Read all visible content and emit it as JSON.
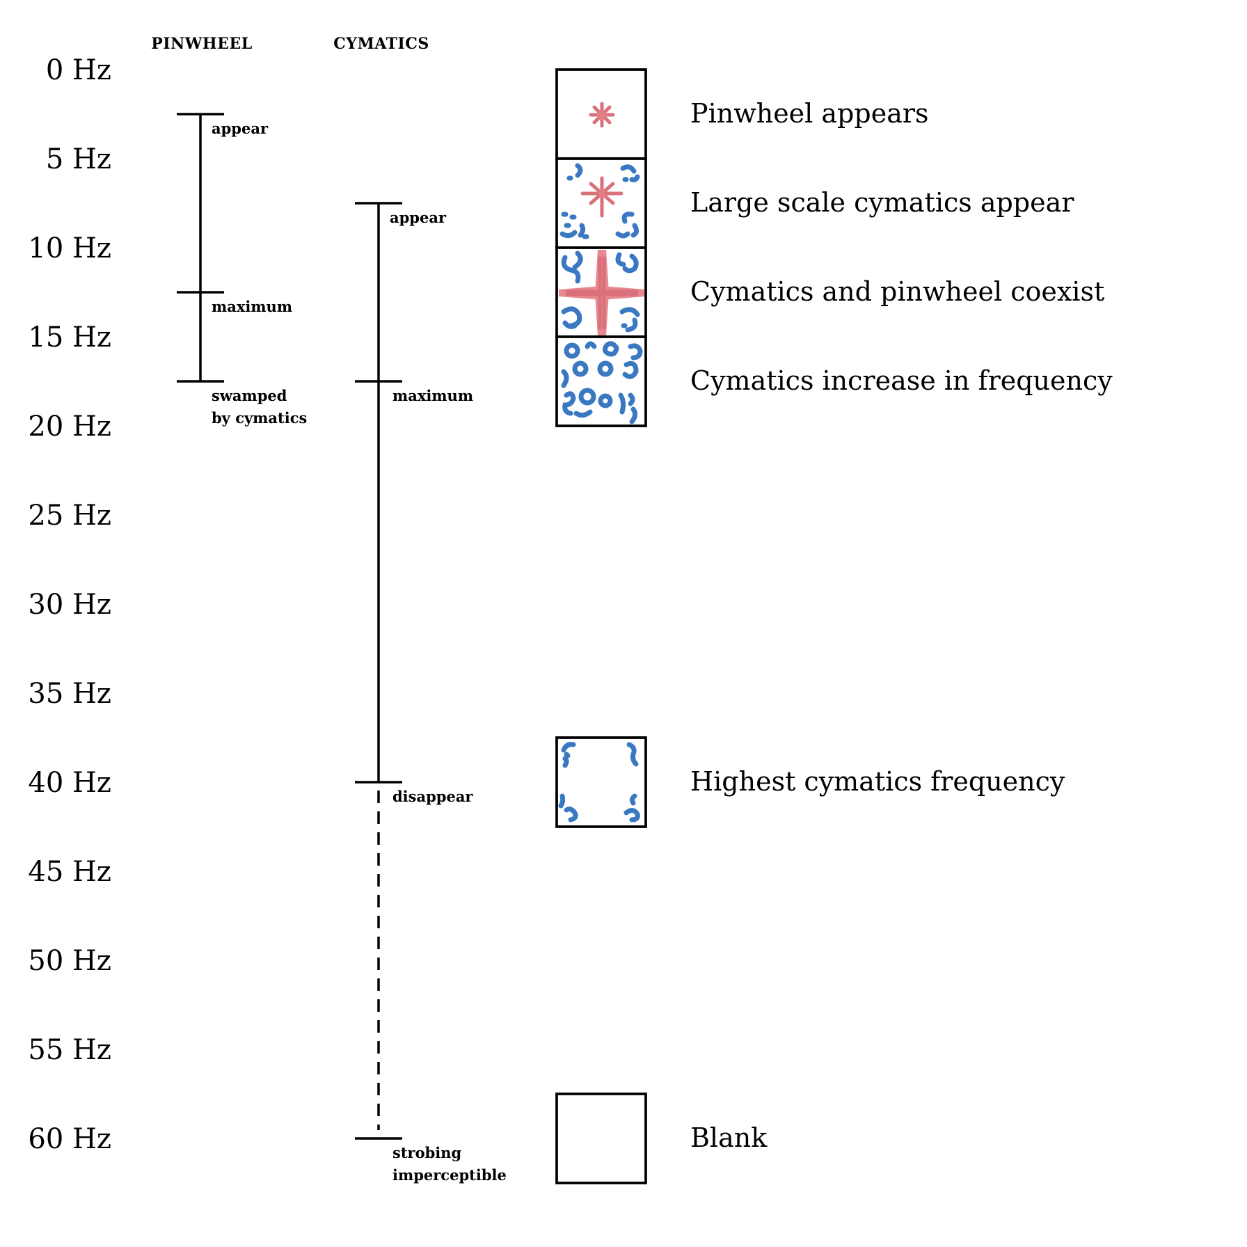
{
  "frequency_axis": {
    "labels": [
      "0 Hz",
      "5 Hz",
      "10 Hz",
      "15 Hz",
      "20 Hz",
      "25 Hz",
      "30 Hz",
      "35 Hz",
      "40 Hz",
      "45 Hz",
      "50 Hz",
      "55 Hz",
      "60 Hz"
    ]
  },
  "pinwheel": {
    "title": "PINWHEEL",
    "events": [
      {
        "hz": 2.5,
        "label": "appear"
      },
      {
        "hz": 12.5,
        "label": "maximum"
      },
      {
        "hz": 17.5,
        "label": "swamped\nby cymatics"
      }
    ]
  },
  "cymatics": {
    "title": "CYMATICS",
    "solid_range_hz": [
      7.5,
      40
    ],
    "dashed_range_hz": [
      40,
      60
    ],
    "events": [
      {
        "hz": 7.5,
        "label": "appear"
      },
      {
        "hz": 17.5,
        "label": "maximum"
      },
      {
        "hz": 40,
        "label": "disappear"
      },
      {
        "hz": 60,
        "label": "strobing\nimperceptible"
      }
    ]
  },
  "stages": [
    {
      "hz": 2.5,
      "icon": "pinwheel-small-icon",
      "description": "Pinwheel appears"
    },
    {
      "hz": 7.5,
      "icon": "large-cymatics-icon",
      "description": "Large scale cymatics appear"
    },
    {
      "hz": 12.5,
      "icon": "coexist-icon",
      "description": "Cymatics and pinwheel coexist"
    },
    {
      "hz": 17.5,
      "icon": "dense-cymatics-icon",
      "description": "Cymatics increase in frequency"
    },
    {
      "hz": 40,
      "icon": "sparse-cymatics-icon",
      "description": "Highest cymatics frequency"
    },
    {
      "hz": 60,
      "icon": "blank-icon",
      "description": "Blank"
    }
  ],
  "colors": {
    "pattern_blue": "#3a78c2",
    "pinwheel_red": "#e07d86",
    "line": "#000000"
  }
}
